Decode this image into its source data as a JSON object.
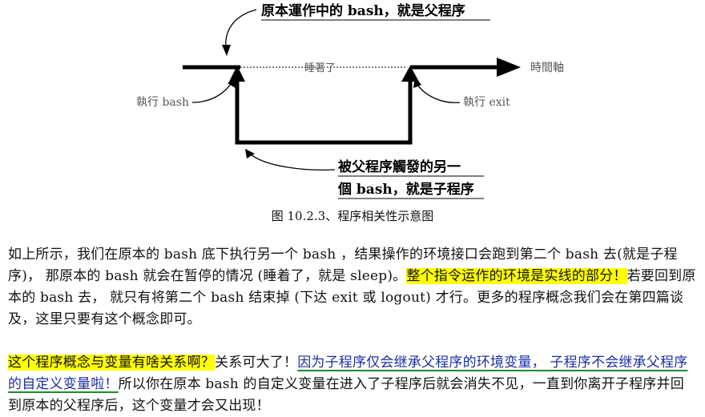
{
  "diagram": {
    "top_label": "原本運作中的 bash，就是父程序",
    "sleeping_label": "睡著了",
    "time_axis_label": "時間軸",
    "exec_bash_label": "執行 bash",
    "exec_exit_label": "執行 exit",
    "child_label_line1": "被父程序觸發的另一",
    "child_label_line2": "個 bash，就是子程序"
  },
  "caption": "图 10.2.3、程序相关性示意图",
  "paragraph1": {
    "text_a": "如上所示，我们在原本的 bash 底下执行另一个 bash ，结果操作的环境接口会跑到第二个 bash 去(就是子程序)， 那原本的 bash 就会在暂停的情况 (睡着了，就是 sleep)。",
    "highlight": "整个指令运作的环境是实线的部分！",
    "text_b": "若要回到原本的 bash 去， 就只有将第二个 bash 结束掉 (下达 exit 或 logout) 才行。更多的程序概念我们会在第四篇谈及，这里只要有这个概念即可。"
  },
  "paragraph2": {
    "highlight": "这个程序概念与变量有啥关系啊？",
    "text_a": "关系可大了！",
    "underlined": "因为子程序仅会继承父程序的环境变量， 子程序不会继承父程序的自定义变量啦！",
    "text_b": "所以你在原本 bash 的自定义变量在进入了子程序后就会消失不见，一直到你离开子程序并回到原本的父程序后，这个变量才会又出现！"
  }
}
